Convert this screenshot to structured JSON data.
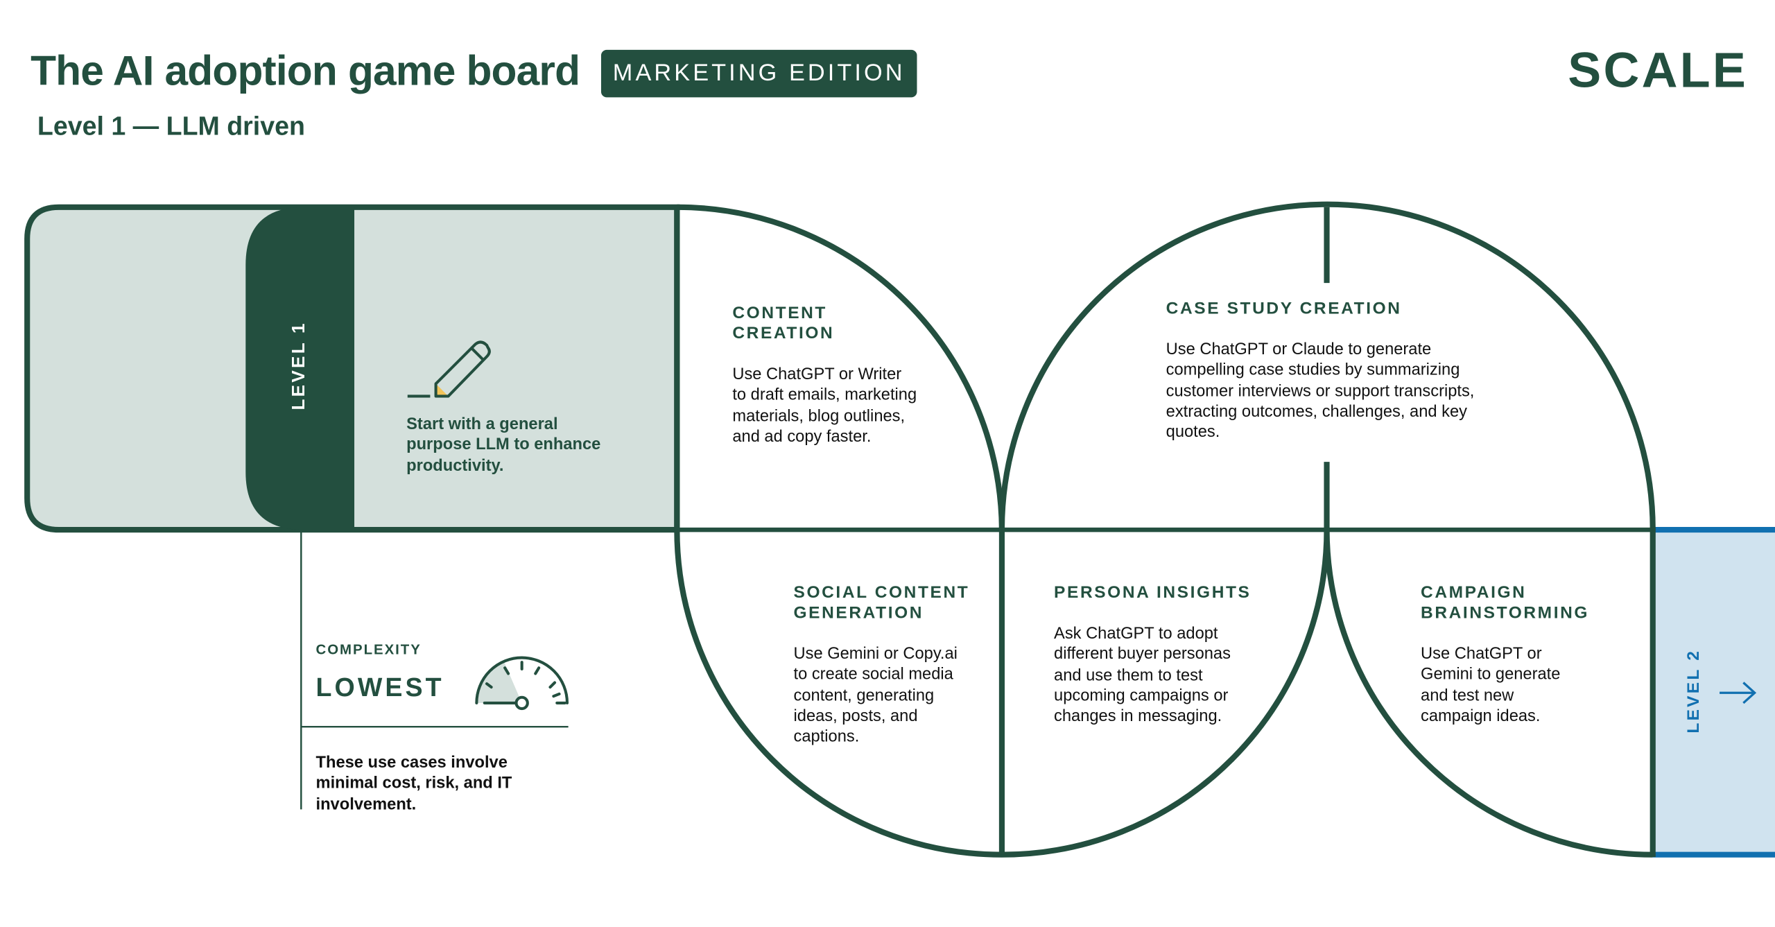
{
  "header": {
    "title": "The AI adoption game board",
    "badge": "MARKETING EDITION",
    "subtitle": "Level 1 — LLM driven",
    "logo": "SCALE"
  },
  "level1": {
    "label": "LEVEL 1",
    "intro": "Start with a general purpose LLM to enhance productivity.",
    "icon": "pencil-icon"
  },
  "complexity": {
    "label": "COMPLEXITY",
    "value": "LOWEST",
    "level_fraction": 0.2,
    "description": "These use cases involve minimal cost, risk, and IT involvement.",
    "icon": "gauge-icon"
  },
  "tiles": [
    {
      "title": "CONTENT CREATION",
      "text": "Use ChatGPT or Writer to draft emails, marketing materials, blog outlines, and ad copy faster."
    },
    {
      "title": "CASE STUDY CREATION",
      "text": "Use ChatGPT or Claude to generate compelling case studies by summarizing customer interviews or support transcripts, extracting outcomes, challenges, and key quotes."
    },
    {
      "title": "SOCIAL CONTENT GENERATION",
      "text": "Use Gemini or Copy.ai to create social media content, generating ideas, posts, and captions."
    },
    {
      "title": "PERSONA INSIGHTS",
      "text": "Ask ChatGPT to adopt different buyer personas and use them to test upcoming campaigns or changes in messaging."
    },
    {
      "title": "CAMPAIGN BRAINSTORMING",
      "text": "Use ChatGPT or Gemini to generate and test new campaign ideas."
    }
  ],
  "level2": {
    "label": "LEVEL 2",
    "icon": "arrow-right-icon"
  },
  "colors": {
    "dark_green": "#234f3f",
    "light_green": "#d4e0dc",
    "blue": "#1170b0",
    "light_blue": "#d0e3ef",
    "accent_yellow": "#f2c45a"
  }
}
